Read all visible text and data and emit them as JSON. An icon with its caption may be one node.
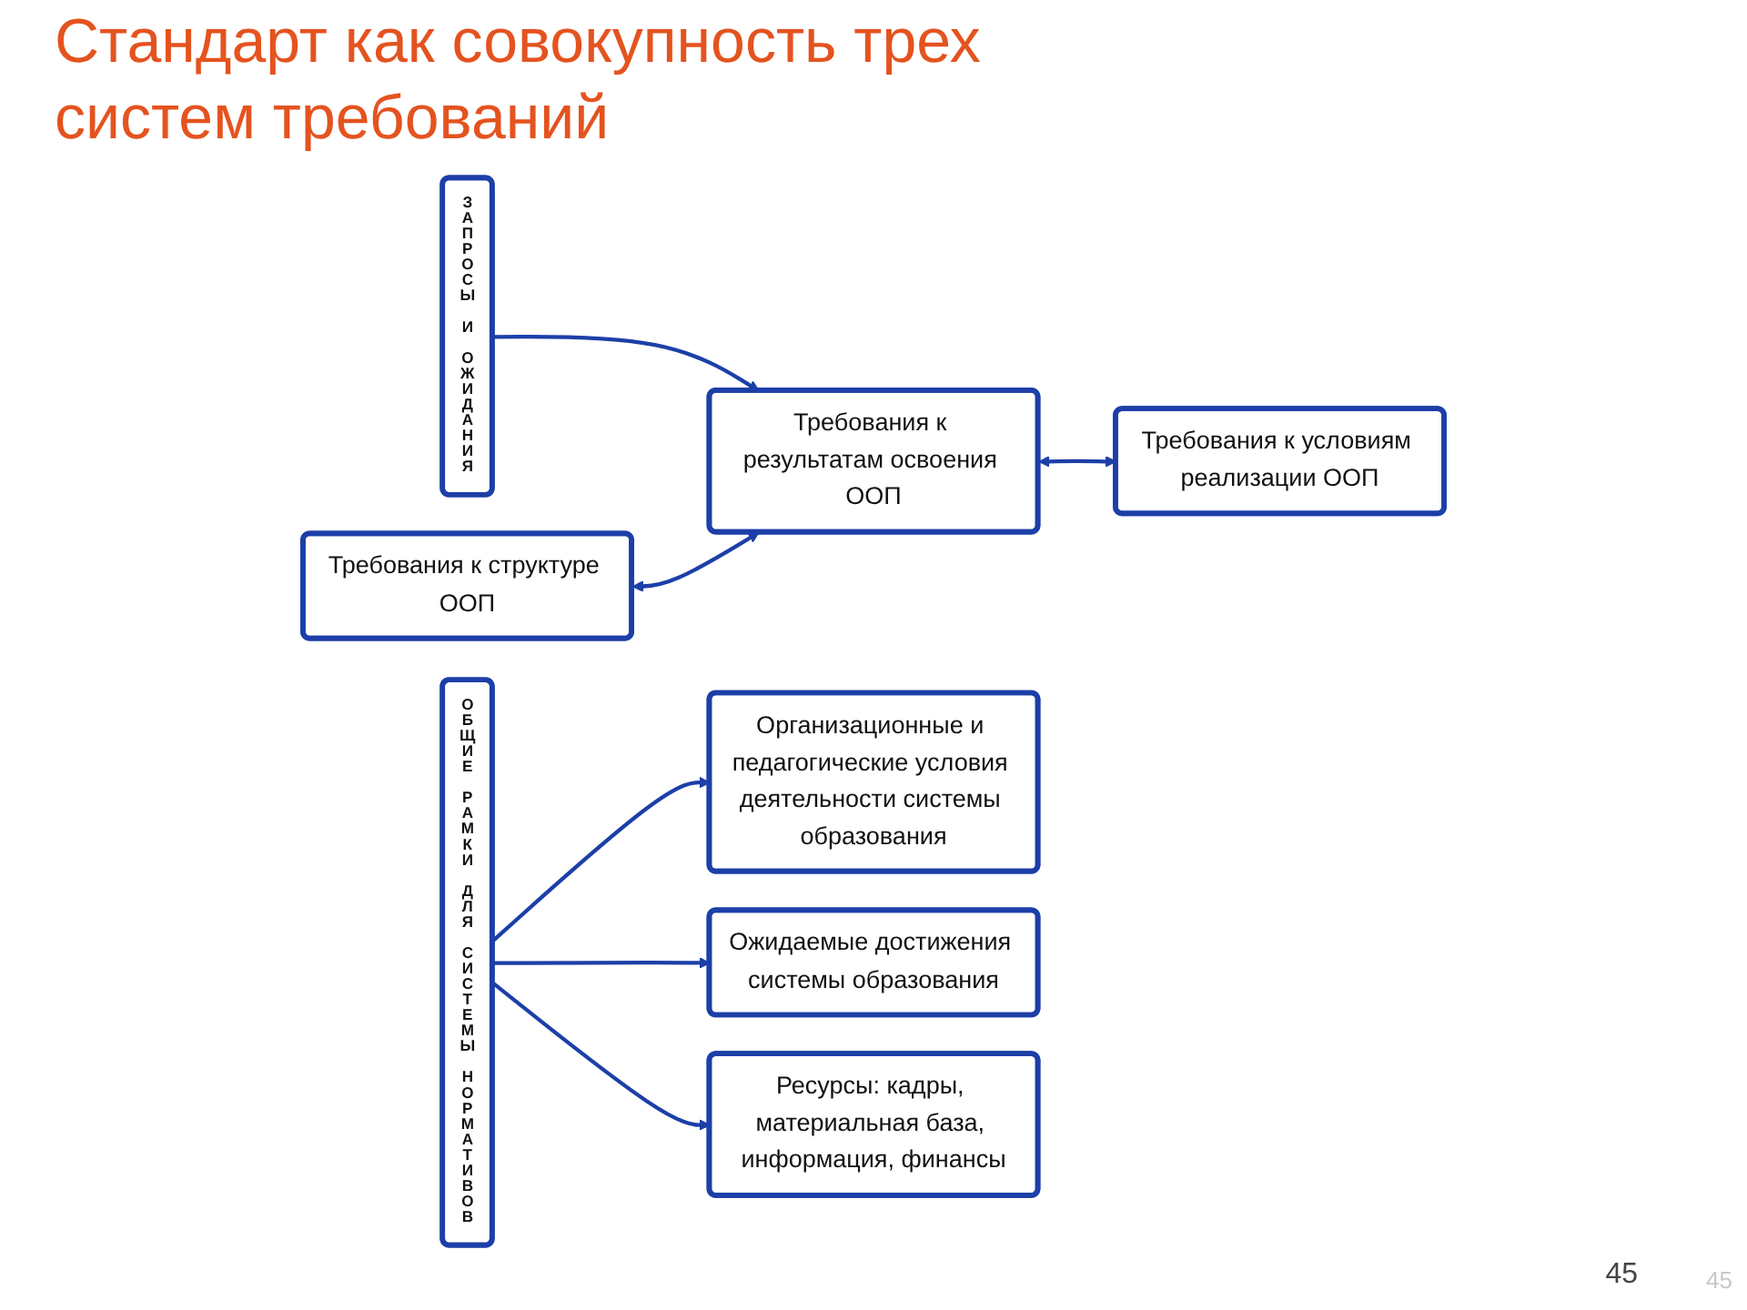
{
  "diagram": {
    "title": "Стандарт как совокупность трех систем требований",
    "nodes": [
      {
        "text": [
          "ЗАПРОСЫ И ОЖИДАНИЯ"
        ]
      },
      {
        "text": [
          "Требования к структуре ООП"
        ]
      },
      {
        "text": [
          "Требования к результатам освоения ООП"
        ]
      },
      {
        "text": [
          "Требования к условиям реализации ООП"
        ]
      },
      {
        "text": [
          "ОБЩИЕ РАМКИ ДЛЯ СИСТЕМЫ НОРМАТИВОВ"
        ]
      },
      {
        "text": [
          "Организационные и педагогические условия деятельности системы образования"
        ]
      },
      {
        "text": [
          "Ожидаемые достижения системы образования"
        ]
      },
      {
        "text": [
          "Ресурсы: кадры, материальная база, информация, финансы"
        ]
      }
    ],
    "edges": [
      {
        "from": 0,
        "to": 2,
        "arrow": "to"
      },
      {
        "from": 1,
        "to": 2,
        "arrow": "both"
      },
      {
        "from": 2,
        "to": 3,
        "arrow": "both"
      },
      {
        "from": 4,
        "to": 5,
        "arrow": "to"
      },
      {
        "from": 4,
        "to": 6,
        "arrow": "to"
      },
      {
        "from": 4,
        "to": 7,
        "arrow": "to"
      }
    ],
    "labels": [
      "45",
      "45"
    ]
  }
}
